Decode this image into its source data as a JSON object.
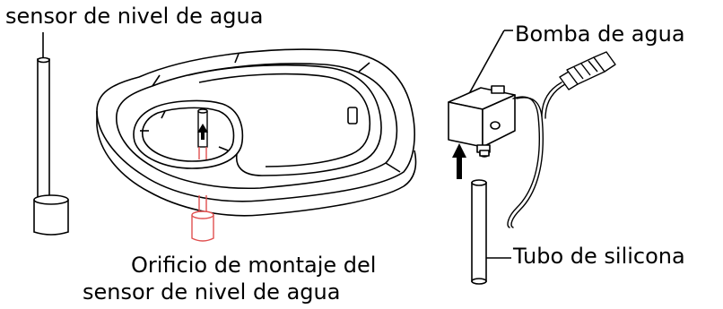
{
  "labels": {
    "water_level_sensor": "sensor de nivel de agua",
    "water_pump": "Bomba de agua",
    "silicone_tube": "Tubo de silicona",
    "mounting_hole_line1": "Orificio de montaje del",
    "mounting_hole_line2": "sensor de nivel de agua"
  },
  "colors": {
    "line": "#000000",
    "highlight": "#e05050",
    "background": "#ffffff"
  },
  "icons": [
    "up-arrow-icon",
    "usb-plug-icon"
  ]
}
